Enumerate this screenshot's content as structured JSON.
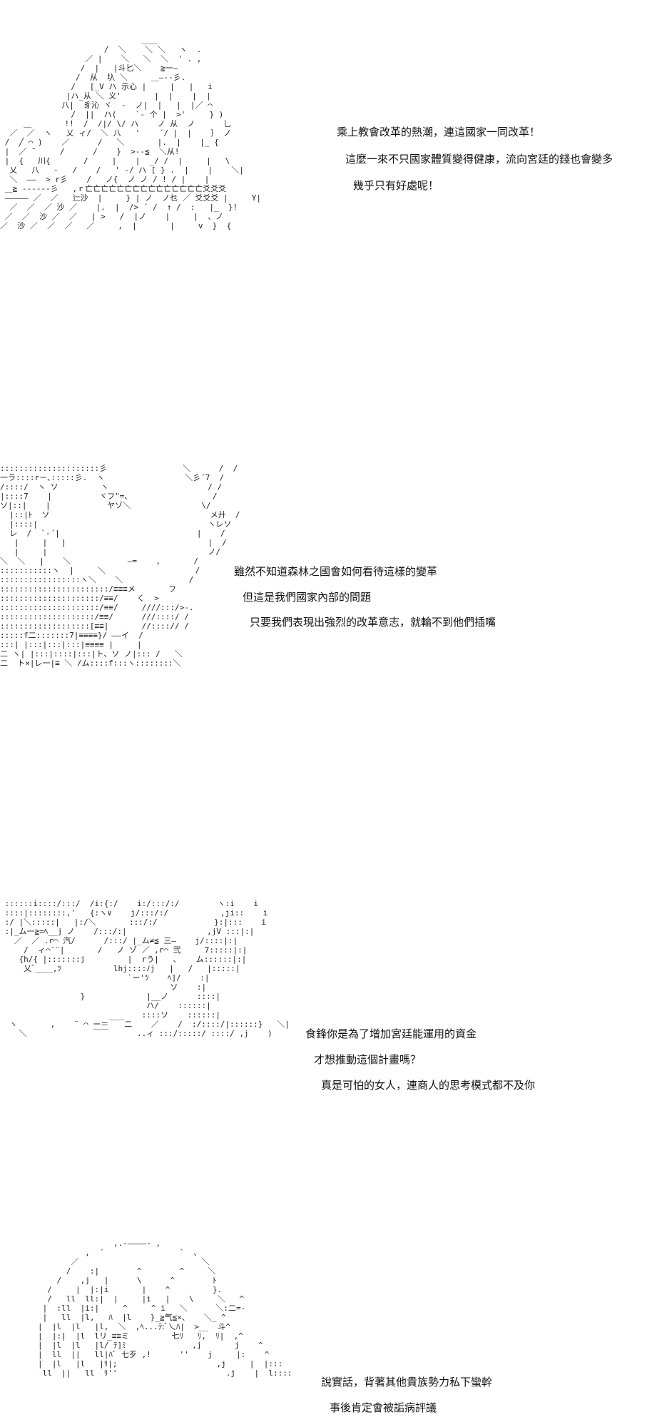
{
  "panels": [
    {
      "art": "                              ＿＿\n                      /  ＼    ＼ ＼   ヽ  .\n                  ／ |    ＼   ＼  ＼  ' . ,\n                 /  |   |斗匕＼    ≧一―\n                /  从  圦 ＼     ＿―--彡.\n               /   [_V ハ 示心 |     |   |   i\n              |ハ_从 ＼ 义'       |  |    |  |\n             八|  豸沁 ヾ  ‐  ノ|  |   |  |／ ⌒\n               /  ||  ハ(    `- 个 |  >'     } )\n     ＿       !!  /  /|/ \\/ ハ    ノ 从  ノ      乚\n  ／  ／  ヽ   乂 ィ/  ＼ 八   '    ´/ |  |    ｝ ノ\n /  ╱ ⌒ )    ／      /   ＼       |.  |    |_ {\n |  ／ ̄      /      /    }  >--≦  ＼从!\n |  {   川{       /     |    |  _/ /  |     |   \\\n  乂   八   ‐   /    /   ' ‐/ ハ [ } .  |    |    ＼|\n  ＼  ――  > r彡    /   ノ{  ノ ノ / ! / |    |\n ＿≧ ------彡   ,ｒ亡亡亡亡亡亡亡亡亡亡亡亡亡亡亡爻爻爻\n ――――― ／  ／   辷沙  |     } | ノ  ノ乜 ／ 爻爻爻 |     Y|\n  ／  ／  ／ 沙 ／    |.  |  /> ´ /  ↑ /  :   |_  }!\n ／  ／  沙 ／  ／   | >   /  |ノ    |     |  、ノ\n／  沙 ／  ／  ／   ／     ,  |       |     v  }  {",
      "lines": [
        "乘上教會改革的熱潮，連這國家一同改革！",
        "這麼一來不只國家體質變得健康，流向宮廷的錢也會變多",
        "幾乎只有好處呢！"
      ]
    },
    {
      "art": ":::::::::::::::::::::彡                ＼      /  /\n一ラ::::r－､:::::彡.  ヽ                 ＼彡´7  /\n/::::/  ヽ ソ         ヽ                     / /\n|::::7    |          ヾフ\"=、                 /\nソ|::|    |            ヤゾ＼               \\/\n  |::|ﾄ  ソ                                  メ廾  /\n  |::::|                                    ヽレソ\n  レ  /  `‐´|                             |    /\n   |     |   |                              |  /\n   |     |                                  ノ/\n＼  ＼   |    ＼            ―=    ,       /\n:::::::::::ヽ  |     ＼                   /\n:::::::::::::::::ヽ＼    ＼              /\n:::::::::::::::::::::::/≡≡≡メ       フ\n:::::::::::::::::::::/≡≡/    く  >\n:::::::::::::::::::::/≡≡/     ////:::/>‐.\n::::::::::::::::::::/≡≡/      ///::::/ /\n:::::::::::::::::::[≡≡|       //::::// /\n:::::f二:::::::7|≡≡≡≡}/ ――イ  /\n:::| |:::|:::|:::|≡≡≡≡ |     |\n二 ヽ| |:::|::::|:::|ト、ソ ノ|::: /   ＼\n二  ト×|レ一|≡ ＼ /ム::::f:::ヽ::::::::＼",
      "lines": [
        "雖然不知道森林之國會如何看待這樣的變革",
        "但這是我們國家內部的問題",
        "只要我們表現出強烈的改革意志，就輪不到他們插嘴"
      ]
    },
    {
      "art": " ::::::i::::/:::/  /i:{:/    i:/:::/:/        ヽ:i    i\n ::::|::::::::,'   {:ヽ∨    j/:::/:/           ,ji::    i\n :/ |＼:::::|   |:/＼       :::/:/            }:|:::    i\n :|_ム一≧=ﾍ__j ノ    /:::/:|                 ,jV :::|:|\n   ／  ／ .r⌒ 汽/      /:::/ |_ム≠≦ 三―    j/::::|:|\n     /  ィ⌒¨¨|       /   ノ ゾ ／ ,r⌒ 弐     7:::::|:|\n    {h/{ |:::::::j         |  rう|   ､    ム::::::|:|\n     乂ﾞ＿__,ﾂ           lhj::::ﾉj   |   /   |:::::|\n                           `ー'ﾂ    ﾍ]/    :|\n                                    ソ    :|\n                 }             |__ノ      ::::|\n                               ハ/    ::::::|\n                              ::::ソ    ::::::|\n  ヽ       ,    ¨ ⌒ ー＝￣￣二    ／    /  :/::::/|::::::}   ＼|\n    ＼              ￣￣      ..ィ :::/:::::/ ::::/ ,j    )",
      "lines": [
        "食鋒你是為了增加宮廷能運用的資金",
        "才想推動這個計畫嗎？",
        "真是可怕的女人，連商人的思考模式都不及你"
      ]
    },
    {
      "art": "                        ,.‐――――‐ ,\n                  ,  ´                `  ､\n               ／                          ＼\n              /    :|        ^        ^     ＼\n            /    ,j   |      \\      ^        ﾄ\n          /     |  |:|i       |    ^         }.\n          /   ll  ll:|  |     |i   |    \\     ＼   ^\n         |  :ll  |i:|     ^     ^ i   ＼      ＼:二=‐\n         |   ll  |l,   ﾊ  |l    }_≧气≦×、   ＼_ ^\n        |  |l  |l   |l,  ＼  ,ﾍ...ﾃ:ﾞ乀ﾊ|  >__  斗^\n        |  |:|  |l  lリ_≡≡ミ         七ﾘ   ﾘ,  ﾘ|  ,^\n        |  |l  |l   |l/ ﾃ]ﾐ              ,j       j    ^\n        |  ll  ||   ll|ﾊﾞ 七歹 ,!      ''    j     |:    ^\n        |  |l   |l   |ﾘ|;                     ,j     |  |:::     ^\n         ll  ||   ll  ﾘ''                       .j    |  l::::      ^",
      "lines": [
        "說實話，背著其他貴族勢力私下蠻幹",
        "事後肯定會被詬病評議"
      ]
    }
  ]
}
